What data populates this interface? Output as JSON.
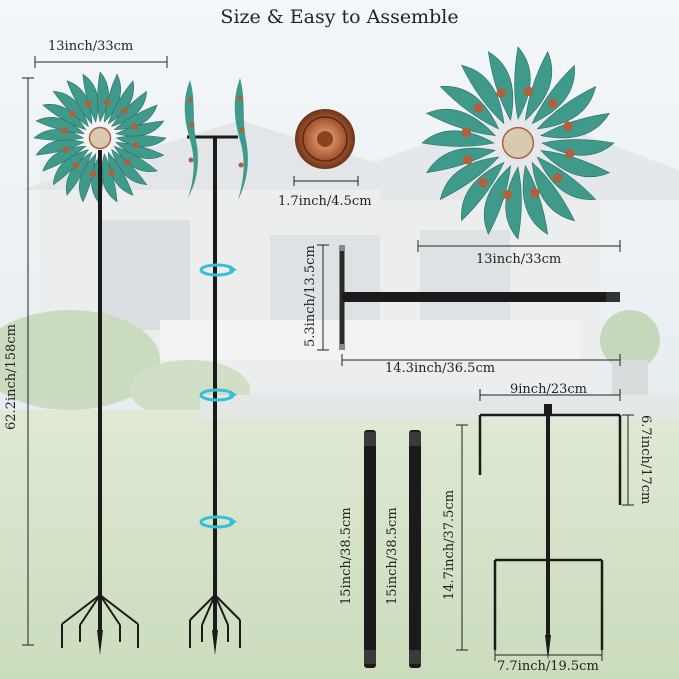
{
  "title": "Size & Easy to Assemble",
  "dimensions": {
    "top_spinner_width": "13inch/33cm",
    "total_height": "62.2inch/158cm",
    "hub_diameter": "1.7inch/4.5cm",
    "large_spinner_width": "13inch/33cm",
    "t_rod_height": "5.3inch/13.5cm",
    "t_rod_length": "14.3inch/36.5cm",
    "stake_width": "9inch/23cm",
    "stake_top_height": "6.7inch/17cm",
    "pole_segment_1": "15inch/38.5cm",
    "pole_segment_2": "15inch/38.5cm",
    "stake_height": "14.7inch/37.5cm",
    "stake_base_width": "7.7inch/19.5cm"
  },
  "colors": {
    "sky": "#d6e4ee",
    "house": "#e9ecec",
    "lawn": "#cfe0c0",
    "metal": "#1b1b1b",
    "patina": "#3f9a8c",
    "copper": "#b0603a",
    "arrow": "#35c0d8"
  }
}
